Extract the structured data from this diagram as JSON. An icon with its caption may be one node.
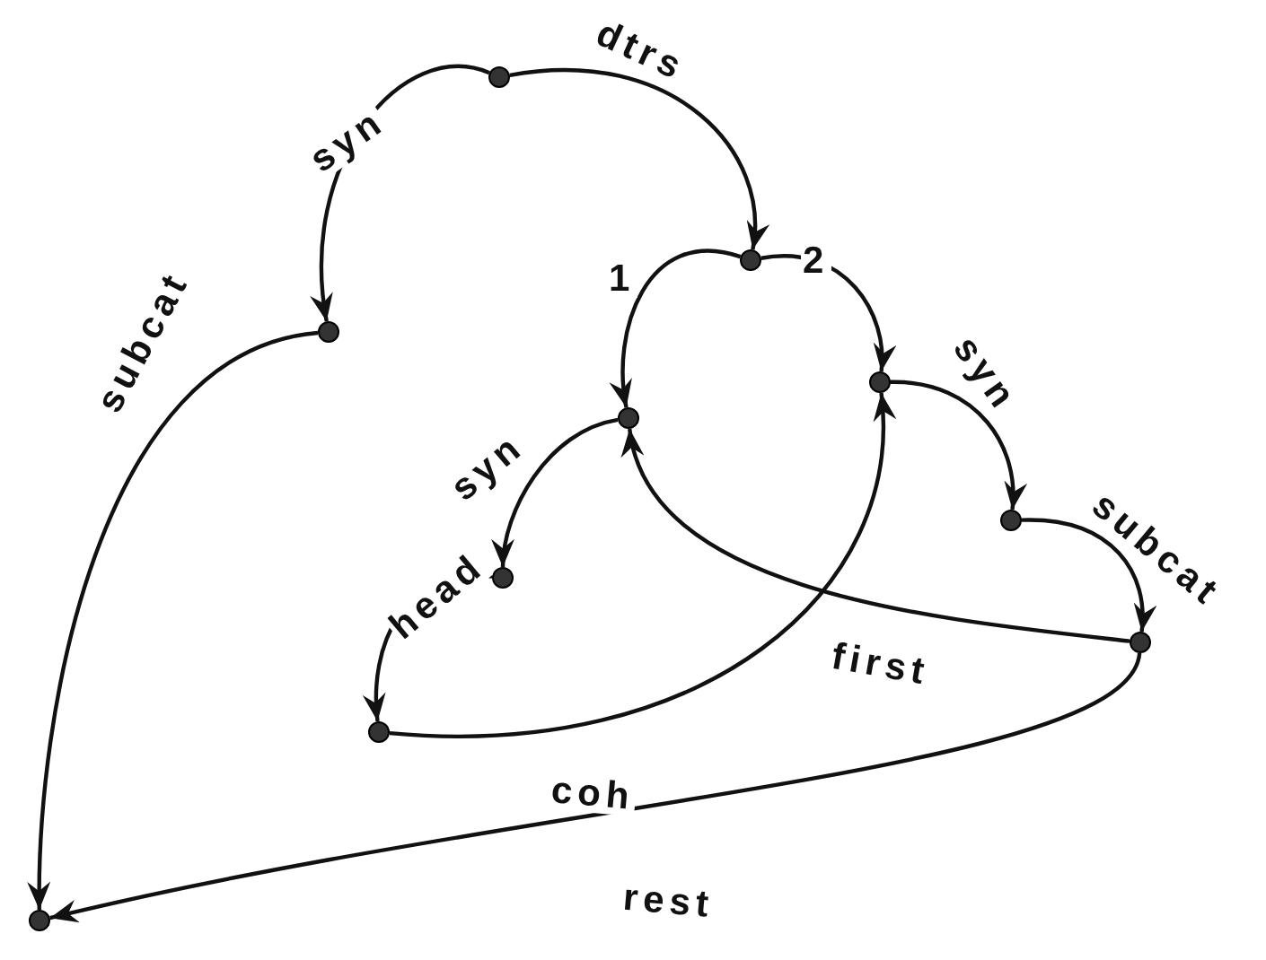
{
  "diagram": {
    "nodes": [
      {
        "text": [],
        "shape": "circle"
      },
      {
        "text": [],
        "shape": "circle"
      },
      {
        "text": [],
        "shape": "circle"
      },
      {
        "text": [],
        "shape": "circle"
      },
      {
        "text": [],
        "shape": "circle"
      },
      {
        "text": [],
        "shape": "circle"
      },
      {
        "text": [],
        "shape": "circle"
      },
      {
        "text": [],
        "shape": "circle"
      },
      {
        "text": [],
        "shape": "circle"
      },
      {
        "text": [],
        "shape": "circle"
      }
    ],
    "edges": [
      {
        "from": 0,
        "to": 1,
        "arrow": "to",
        "label": "syn"
      },
      {
        "from": 0,
        "to": 2,
        "arrow": "to",
        "label": "dtrs"
      },
      {
        "from": 2,
        "to": 3,
        "arrow": "to",
        "label": "1"
      },
      {
        "from": 2,
        "to": 4,
        "arrow": "to",
        "label": "2"
      },
      {
        "from": 3,
        "to": 5,
        "arrow": "to",
        "label": "syn"
      },
      {
        "from": 5,
        "to": 6,
        "arrow": "to",
        "label": "head"
      },
      {
        "from": 6,
        "to": 4,
        "arrow": "to",
        "label": "coh"
      },
      {
        "from": 8,
        "to": 3,
        "arrow": "to",
        "label": "first"
      },
      {
        "from": 4,
        "to": 7,
        "arrow": "to",
        "label": "syn"
      },
      {
        "from": 7,
        "to": 8,
        "arrow": "to",
        "label": "subcat"
      },
      {
        "from": 8,
        "to": 9,
        "arrow": "to",
        "label": "rest"
      },
      {
        "from": 1,
        "to": 9,
        "arrow": "to",
        "label": "subcat"
      }
    ]
  }
}
